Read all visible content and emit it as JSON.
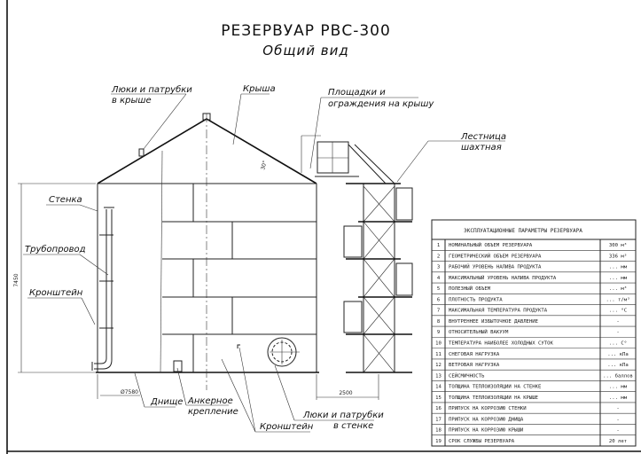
{
  "title": "РЕЗЕРВУАР РВС-300",
  "subtitle": "Общий вид",
  "labels": {
    "roof_hatches": [
      "Люки и патрубки",
      "в крыше"
    ],
    "roof": "Крыша",
    "platforms": [
      "Площадки и",
      "ограждения на крышу"
    ],
    "ladder": [
      "Лестница",
      "шахтная"
    ],
    "wall": "Стенка",
    "pipeline": "Трубопровод",
    "bracket_left": "Кронштейн",
    "bottom": "Днище",
    "anchor": [
      "Анкерное",
      "крепление"
    ],
    "bracket_bottom": "Кронштейн",
    "wall_hatches": [
      "Люки и патрубки",
      "в стенке"
    ]
  },
  "dimensions": {
    "height": "7450",
    "diameter": "Ø7580",
    "ladder_offset": "2500",
    "roof_angle": "30°"
  },
  "table": {
    "title": "ЭКСПЛУАТАЦИОННЫЕ ПАРАМЕТРЫ РЕЗЕРВУАРА",
    "rows": [
      {
        "n": "1",
        "param": "НОМИНАЛЬНЫЙ ОБЪЕМ РЕЗЕРВУАРА",
        "value": "300 м³"
      },
      {
        "n": "2",
        "param": "ГЕОМЕТРИЧЕСКИЙ ОБЪЕМ РЕЗЕРВУАРА",
        "value": "336 м³"
      },
      {
        "n": "3",
        "param": "РАБОЧИЙ УРОВЕНЬ НАЛИВА ПРОДУКТА",
        "value": "... мм"
      },
      {
        "n": "4",
        "param": "МАКСИМАЛЬНЫЙ УРОВЕНЬ НАЛИВА ПРОДУКТА",
        "value": "... мм"
      },
      {
        "n": "5",
        "param": "ПОЛЕЗНЫЙ ОБЪЕМ",
        "value": "... м³"
      },
      {
        "n": "6",
        "param": "ПЛОТНОСТЬ ПРОДУКТА",
        "value": "... т/м³"
      },
      {
        "n": "7",
        "param": "МАКСИМАЛЬНАЯ ТЕМПЕРАТУРА ПРОДУКТА",
        "value": "... °С"
      },
      {
        "n": "8",
        "param": "ВНУТРЕННЕЕ ИЗБЫТОЧНОЕ ДАВЛЕНИЕ",
        "value": "-"
      },
      {
        "n": "9",
        "param": "ОТНОСИТЕЛЬНЫЙ ВАКУУМ",
        "value": "-"
      },
      {
        "n": "10",
        "param": "ТЕМПЕРАТУРА НАИБОЛЕЕ ХОЛОДНЫХ СУТОК",
        "value": "... С°"
      },
      {
        "n": "11",
        "param": "СНЕГОВАЯ НАГРУЗКА",
        "value": "... кПа"
      },
      {
        "n": "12",
        "param": "ВЕТРОВАЯ НАГРУЗКА",
        "value": "... кПа"
      },
      {
        "n": "13",
        "param": "СЕЙСМИЧНОСТЬ",
        "value": "... баллов"
      },
      {
        "n": "14",
        "param": "ТОЛЩИНА ТЕПЛОИЗОЛЯЦИИ НА СТЕНКЕ",
        "value": "... мм"
      },
      {
        "n": "15",
        "param": "ТОЛЩИНА ТЕПЛОИЗОЛЯЦИИ НА КРЫШЕ",
        "value": "... мм"
      },
      {
        "n": "16",
        "param": "ПРИПУСК НА КОРРОЗИЮ СТЕНКИ",
        "value": "-"
      },
      {
        "n": "17",
        "param": "ПРИПУСК НА КОРРОЗИЮ ДНИЩА",
        "value": "-"
      },
      {
        "n": "18",
        "param": "ПРИПУСК НА КОРРОЗИЮ КРЫШИ",
        "value": "-"
      },
      {
        "n": "19",
        "param": "СРОК СЛУЖБЫ РЕЗЕРВУАРА",
        "value": "20 лет"
      }
    ]
  }
}
